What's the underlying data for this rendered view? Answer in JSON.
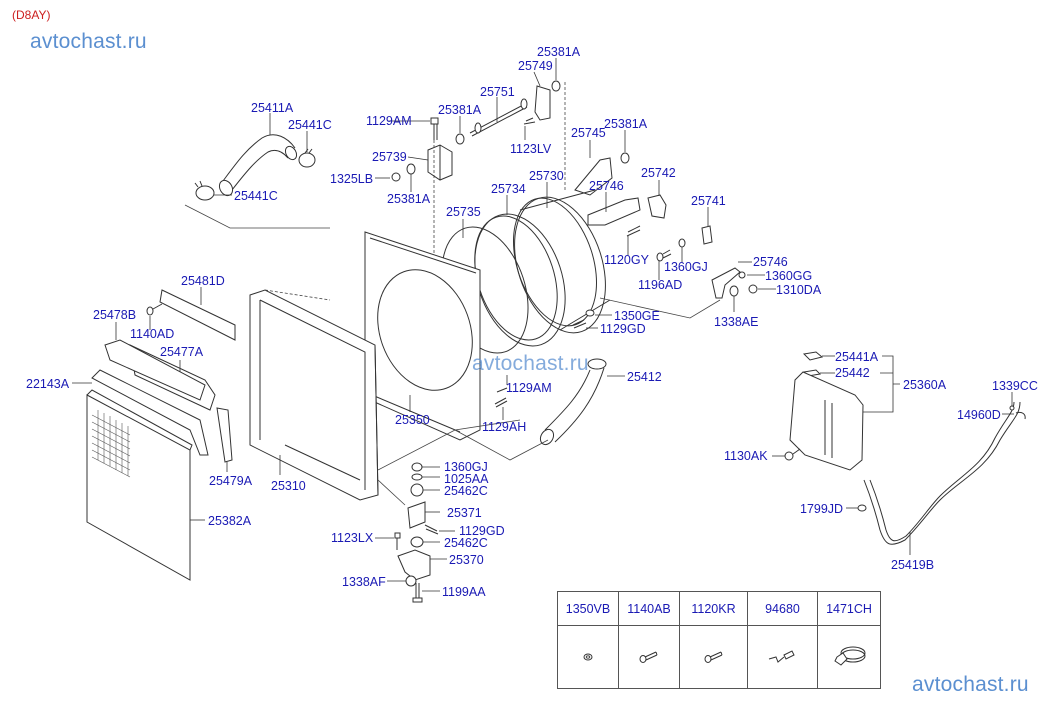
{
  "diagram": {
    "code": "(D8AY)",
    "watermark": "avtochast.ru",
    "labels": {
      "l25411A": "25411A",
      "l25441C_top": "25441C",
      "l25441C_bot": "25441C",
      "l1129AM_top": "1129AM",
      "l25381A_a": "25381A",
      "l25751": "25751",
      "l25749": "25749",
      "l25381A_b": "25381A",
      "l1123LV": "1123LV",
      "l25739": "25739",
      "l1325LB": "1325LB",
      "l25381A_c": "25381A",
      "l25745": "25745",
      "l25381A_d": "25381A",
      "l25730": "25730",
      "l25734": "25734",
      "l25746_a": "25746",
      "l25742": "25742",
      "l25735": "25735",
      "l25741": "25741",
      "l1120GY": "1120GY",
      "l1360GJ_a": "1360GJ",
      "l25746_b": "25746",
      "l1360GG": "1360GG",
      "l1196AD": "1196AD",
      "l1310DA": "1310DA",
      "l1350GE": "1350GE",
      "l1129GD_a": "1129GD",
      "l1338AE": "1338AE",
      "l25481D": "25481D",
      "l25478B": "25478B",
      "l1140AD": "1140AD",
      "l25477A": "25477A",
      "l22143A": "22143A",
      "l25479A": "25479A",
      "l25382A": "25382A",
      "l25310": "25310",
      "l25350": "25350",
      "l1129AM_b": "1129AM",
      "l1129AH": "1129AH",
      "l25412": "25412",
      "l1360GJ_b": "1360GJ",
      "l1025AA": "1025AA",
      "l25462C_a": "25462C",
      "l25371": "25371",
      "l1129GD_b": "1129GD",
      "l1123LX": "1123LX",
      "l25462C_b": "25462C",
      "l25370": "25370",
      "l1338AF": "1338AF",
      "l1199AA": "1199AA",
      "l25441A": "25441A",
      "l25442": "25442",
      "l25360A": "25360A",
      "l1339CC": "1339CC",
      "l14960D": "14960D",
      "l1130AK": "1130AK",
      "l1799JD": "1799JD",
      "l25419B": "25419B"
    }
  },
  "legend_table": {
    "columns": [
      "1350VB",
      "1140AB",
      "1120KR",
      "94680",
      "1471CH"
    ],
    "icons": [
      "nut-icon",
      "bolt-icon",
      "bolt-icon",
      "sensor-icon",
      "hose-clamp-icon"
    ]
  },
  "colors": {
    "label": "#1a1ab4",
    "code": "#cc1f1f",
    "watermark": "#5b8fd0",
    "line": "#333333"
  }
}
